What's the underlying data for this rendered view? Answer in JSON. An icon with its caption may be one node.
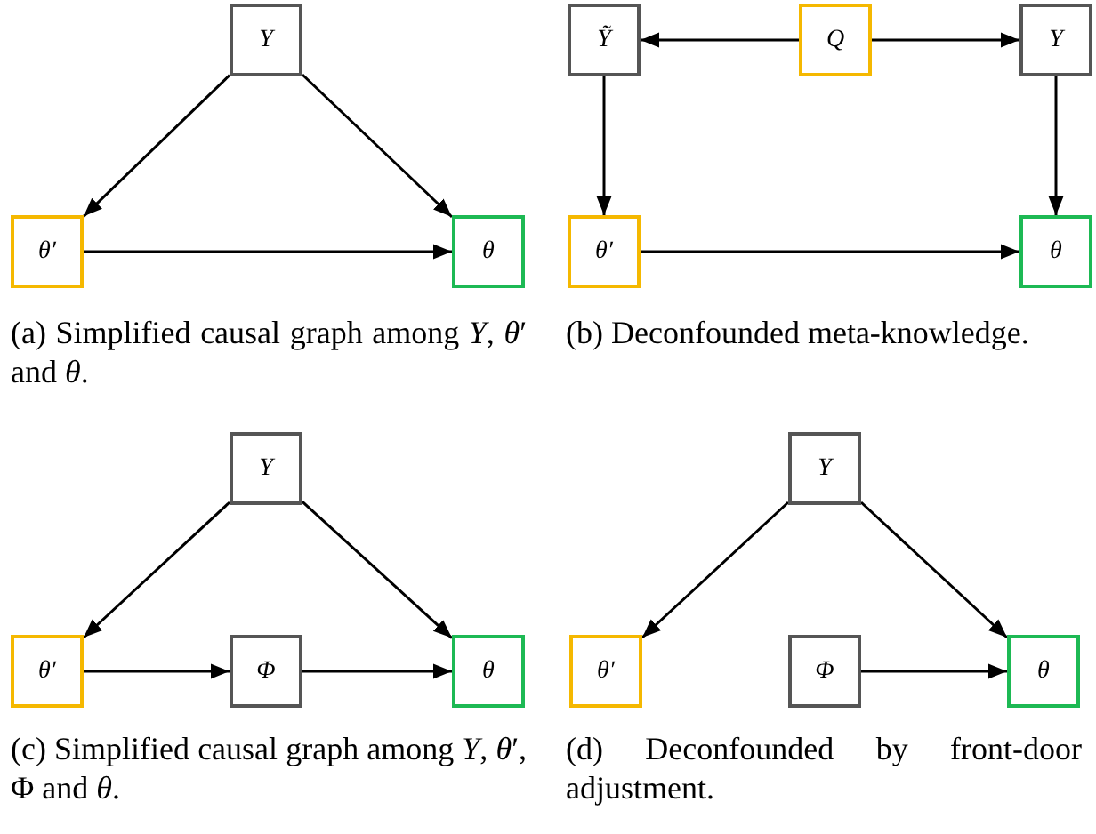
{
  "diagram": {
    "nodes": [
      {
        "text": [
          "Y"
        ]
      },
      {
        "text": [
          "θ′"
        ]
      },
      {
        "text": [
          "θ"
        ]
      },
      {
        "text": [
          "Ỹ"
        ]
      },
      {
        "text": [
          "Q"
        ]
      },
      {
        "text": [
          "Y"
        ]
      },
      {
        "text": [
          "θ′"
        ]
      },
      {
        "text": [
          "θ"
        ]
      },
      {
        "text": [
          "Y"
        ]
      },
      {
        "text": [
          "θ′"
        ]
      },
      {
        "text": [
          "Φ"
        ]
      },
      {
        "text": [
          "θ"
        ]
      },
      {
        "text": [
          "Y"
        ]
      },
      {
        "text": [
          "θ′"
        ]
      },
      {
        "text": [
          "Φ"
        ]
      },
      {
        "text": [
          "θ"
        ]
      }
    ],
    "edges": [
      {
        "from": 0,
        "to": 1,
        "arrow": "to"
      },
      {
        "from": 0,
        "to": 2,
        "arrow": "to"
      },
      {
        "from": 1,
        "to": 2,
        "arrow": "to"
      },
      {
        "from": 4,
        "to": 3,
        "arrow": "to"
      },
      {
        "from": 4,
        "to": 5,
        "arrow": "to"
      },
      {
        "from": 3,
        "to": 6,
        "arrow": "to"
      },
      {
        "from": 5,
        "to": 7,
        "arrow": "to"
      },
      {
        "from": 6,
        "to": 7,
        "arrow": "to"
      },
      {
        "from": 8,
        "to": 9,
        "arrow": "to"
      },
      {
        "from": 8,
        "to": 11,
        "arrow": "to"
      },
      {
        "from": 9,
        "to": 10,
        "arrow": "to"
      },
      {
        "from": 10,
        "to": 11,
        "arrow": "to"
      },
      {
        "from": 12,
        "to": 13,
        "arrow": "to"
      },
      {
        "from": 12,
        "to": 15,
        "arrow": "to"
      },
      {
        "from": 14,
        "to": 15,
        "arrow": "to"
      }
    ],
    "labels": [
      "(a) Simplified causal graph among *Y*, *θ*′ and *θ*.",
      "(b) Deconfounded meta-knowledge.",
      "(c) Simplified causal graph among *Y*, *θ*′, Φ and *θ*.",
      "(d) Deconfounded by front-door adjustment."
    ]
  }
}
